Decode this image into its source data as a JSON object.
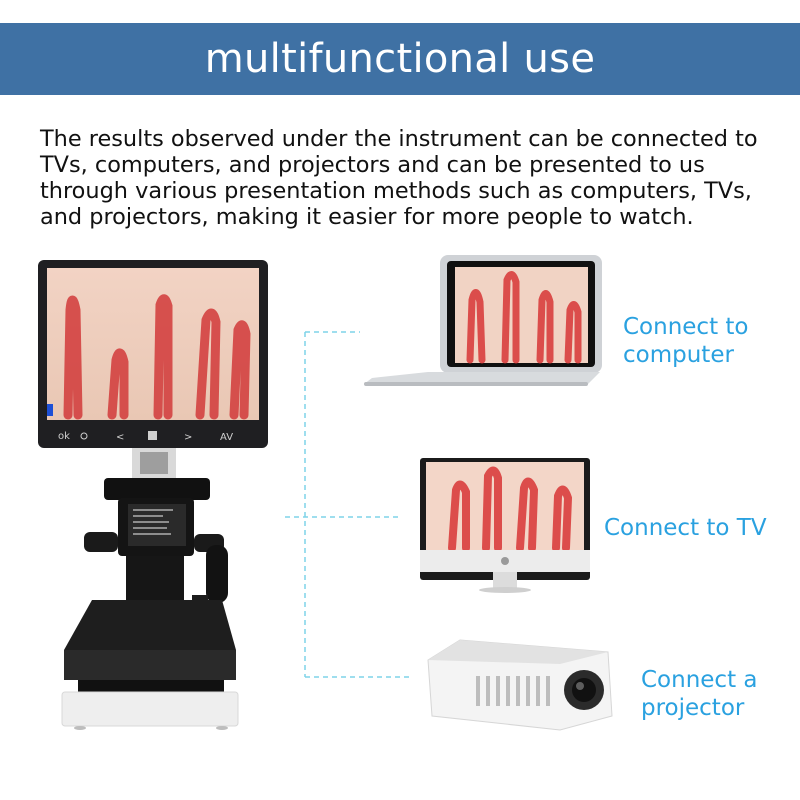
{
  "header": {
    "title": "multifunctional use"
  },
  "description": "The results observed under the instrument can be connected to TVs, computers, and projectors and can be presented to us through various presentation methods such as computers, TVs, and projectors, making it easier for more people to watch.",
  "connections": {
    "computer_label": "Connect to\ncomputer",
    "tv_label": "Connect to TV",
    "projector_label": "Connect a\nprojector"
  },
  "colors": {
    "banner": "#3f71a4",
    "accent": "#2aa1e0",
    "connector_line": "#7fd3e8"
  },
  "icons": {
    "microscope": "digital-microscope-image",
    "laptop": "laptop-image",
    "tv": "monitor-tv-image",
    "projector": "projector-image"
  }
}
